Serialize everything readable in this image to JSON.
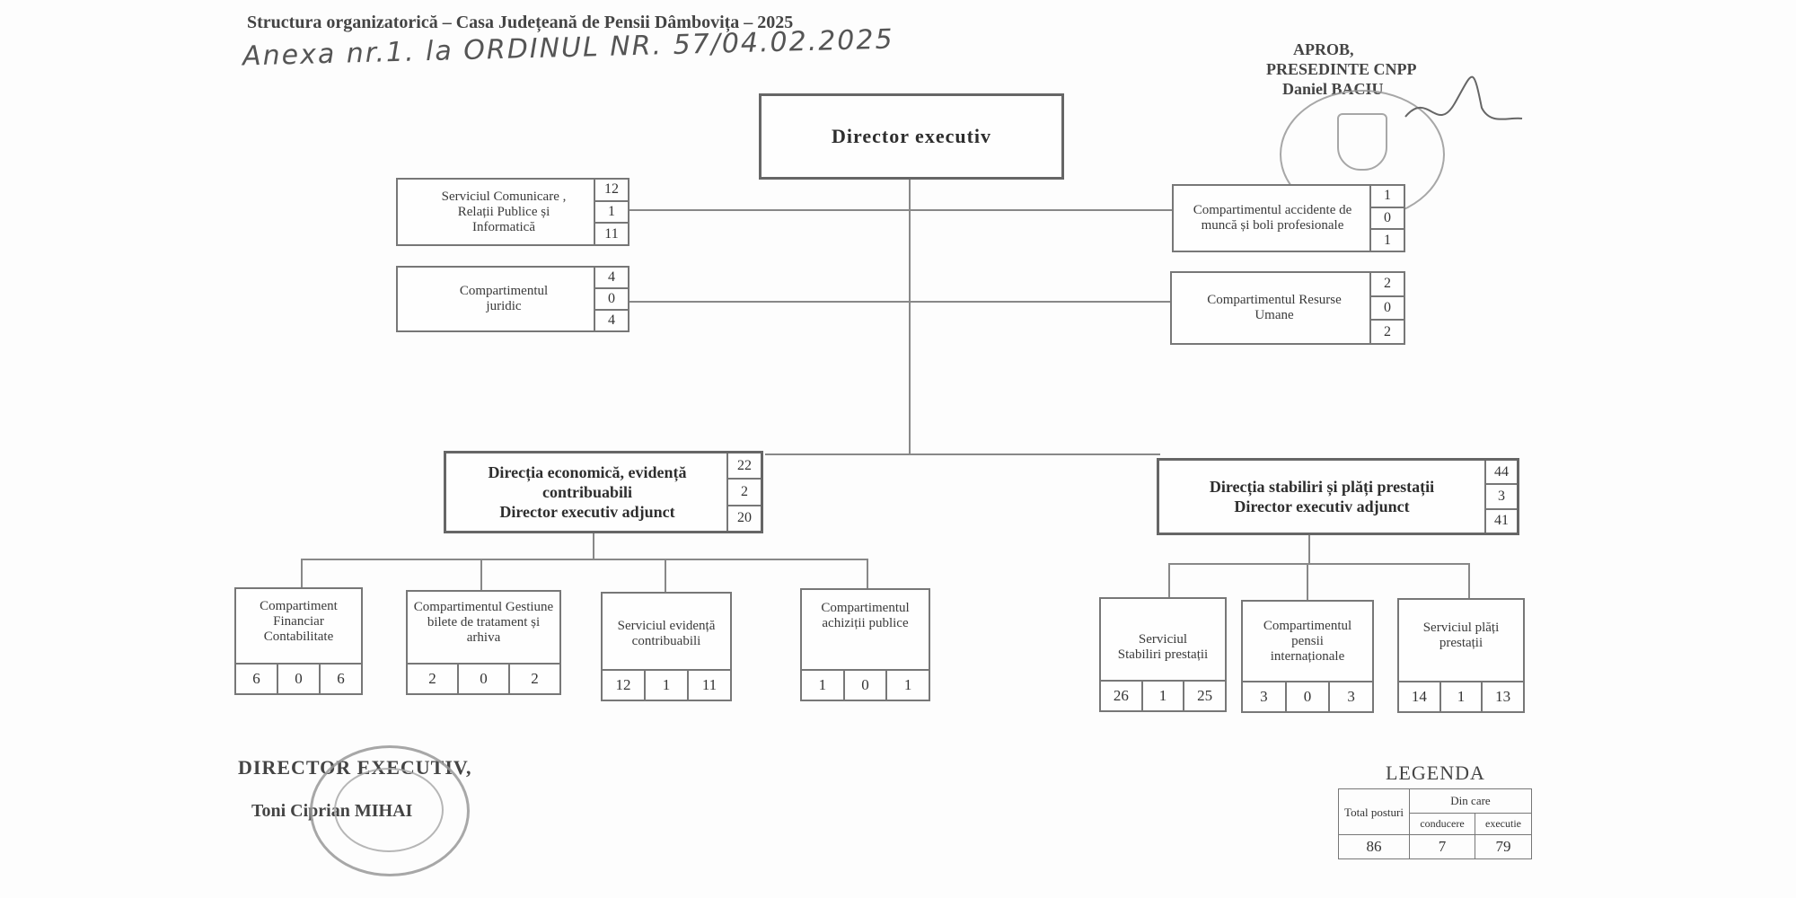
{
  "header": {
    "title": "Structura organizatorică – Casa Județeană de Pensii Dâmbovița – 2025",
    "annex": "Anexa nr.1. la ORDINUL NR. 57/04.02.2025"
  },
  "approval": {
    "line1": "APROB,",
    "line2": "PRESEDINTE CNPP",
    "line3": "Daniel BACIU"
  },
  "director": {
    "title": "Director executiv"
  },
  "staff": {
    "comunicare": {
      "label": "Serviciul Comunicare , Relații Publice și Informatică",
      "n": [
        "12",
        "1",
        "11"
      ]
    },
    "juridic": {
      "label": "Compartimentul juridic",
      "n": [
        "4",
        "0",
        "4"
      ]
    },
    "accidente": {
      "label": "Compartimentul accidente de muncă și boli profesionale",
      "n": [
        "1",
        "0",
        "1"
      ]
    },
    "resurse": {
      "label": "Compartimentul Resurse Umane",
      "n": [
        "2",
        "0",
        "2"
      ]
    }
  },
  "economica": {
    "line1": "Direcția economică, evidență",
    "line2": "contribuabili",
    "line3": "Director executiv adjunct",
    "n": [
      "22",
      "2",
      "20"
    ],
    "children": [
      {
        "label": "Compartiment Financiar Contabilitate",
        "n": [
          "6",
          "0",
          "6"
        ]
      },
      {
        "label": "Compartimentul Gestiune bilete de tratament și arhiva",
        "n": [
          "2",
          "0",
          "2"
        ]
      },
      {
        "label": "Serviciul evidență contribuabili",
        "n": [
          "12",
          "1",
          "11"
        ]
      },
      {
        "label": "Compartimentul achiziții publice",
        "n": [
          "1",
          "0",
          "1"
        ]
      }
    ]
  },
  "stabiliri": {
    "line1": "Direcția stabiliri și plăți prestații",
    "line2": "Director executiv adjunct",
    "n": [
      "44",
      "3",
      "41"
    ],
    "children": [
      {
        "label": "Serviciul Stabiliri prestații",
        "n": [
          "26",
          "1",
          "25"
        ]
      },
      {
        "label": "Compartimentul pensii internaționale",
        "n": [
          "3",
          "0",
          "3"
        ]
      },
      {
        "label": "Serviciul plăți prestații",
        "n": [
          "14",
          "1",
          "13"
        ]
      }
    ]
  },
  "signature": {
    "role": "DIRECTOR EXECUTIV,",
    "name": "Toni Ciprian MIHAI"
  },
  "legend": {
    "title": "LEGENDA",
    "total_label": "Total posturi",
    "of_which": "Din care",
    "lead_label": "conducere",
    "exec_label": "executie",
    "total": "86",
    "lead": "7",
    "exec": "79"
  }
}
